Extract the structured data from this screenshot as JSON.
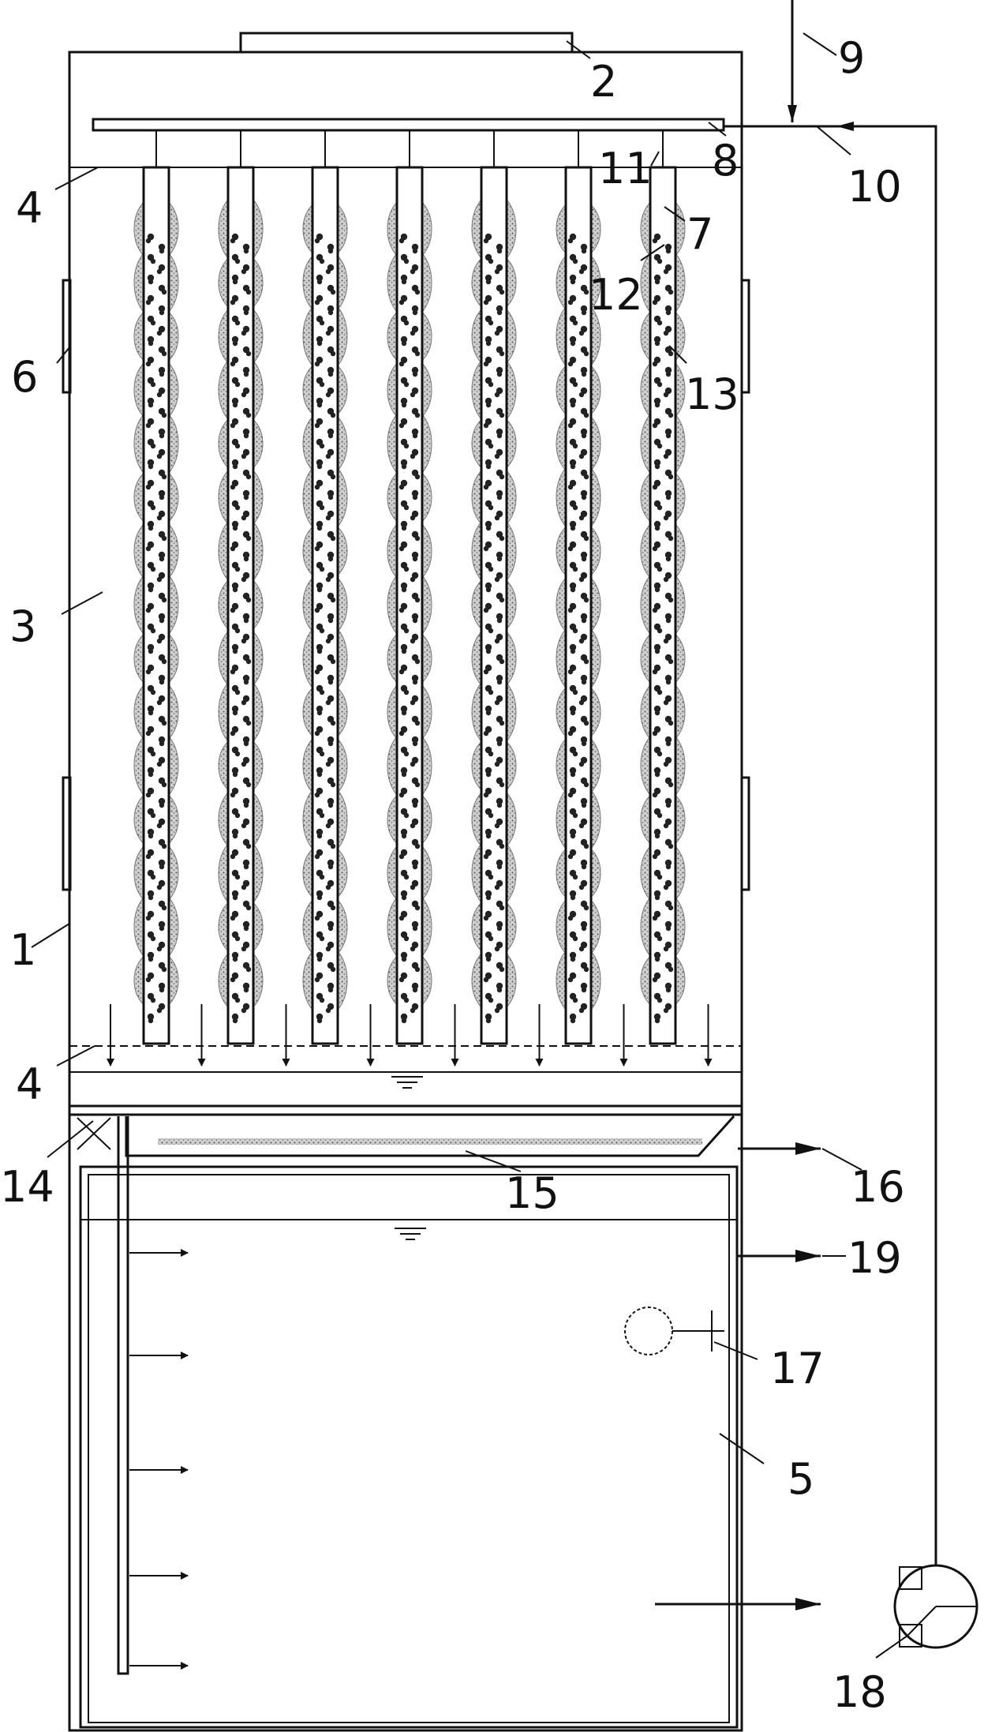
{
  "labels": {
    "l1": "1",
    "l2": "2",
    "l3": "3",
    "l4a": "4",
    "l4b": "4",
    "l5": "5",
    "l6": "6",
    "l7": "7",
    "l8": "8",
    "l9": "9",
    "l10": "10",
    "l11": "11",
    "l12": "12",
    "l13": "13",
    "l14": "14",
    "l15": "15",
    "l16": "16",
    "l17": "17",
    "l18": "18",
    "l19": "19"
  },
  "tube_count": 7,
  "colors": {
    "line": "#111111",
    "biofilm": "#9a9a9a",
    "carrier": "#222222",
    "background": "#ffffff"
  }
}
